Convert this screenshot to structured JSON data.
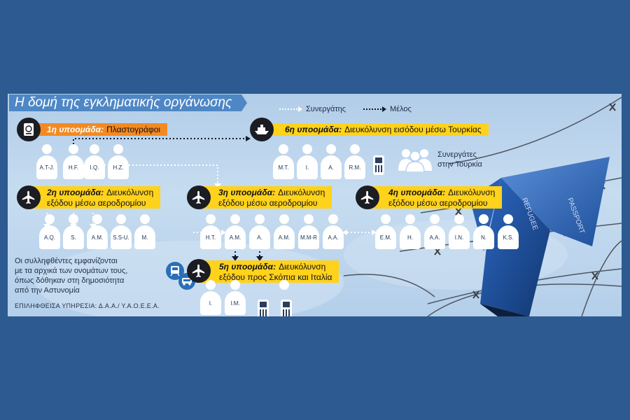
{
  "title": "Η δομή της εγκληματικής οργάνωσης",
  "legend": {
    "cooperator": "Συνεργάτης",
    "member": "Μέλος"
  },
  "groups": {
    "g1": {
      "name": "1η υποομάδα:",
      "desc": "Πλαστογράφοι",
      "icon": "passport-icon",
      "color": "#f28a23",
      "members": [
        "A.T-J.",
        "H.F.",
        "I.Q.",
        "H.Z."
      ]
    },
    "g2": {
      "name": "2η υποομάδα:",
      "desc": "Διευκόλυνση\nεξόδου μέσω αεροδρομίου",
      "icon": "airplane-icon",
      "members": [
        "A.Q.",
        "S.",
        "A.M.",
        "S.S-U.",
        "M."
      ]
    },
    "g3": {
      "name": "3η υποομάδα:",
      "desc": "Διευκόλυνση\nεξόδου μέσω αεροδρομίου",
      "icon": "airplane-icon",
      "members": [
        "H.T.",
        "A.M.",
        "A.",
        "A.M.",
        "M.M-R",
        "A.A."
      ]
    },
    "g4": {
      "name": "4η υποομάδα:",
      "desc": "Διευκόλυνση\nεξόδου μέσω αεροδρομίου",
      "icon": "airplane-icon",
      "members": [
        "E.M.",
        "H.",
        "A.A.",
        "I.N.",
        "N.",
        "K.S."
      ]
    },
    "g5": {
      "name": "5η υποομάδα:",
      "desc": "Διευκόλυνση\nεξόδου προς Σκόπια και Ιταλία",
      "icon": "airplane-icon",
      "members": [
        "I.",
        "I.M."
      ]
    },
    "g6": {
      "name": "6η υποομάδα:",
      "desc": "Διευκόλυνση εισόδου μέσω Τουρκίας",
      "icon": "ship-icon",
      "members": [
        "M.T.",
        "I.",
        "A.",
        "R.M."
      ]
    }
  },
  "turkey_cooperators": "Συνεργάτες\nστην Τουρκία",
  "note": "Οι συλληφθέντες εμφανίζονται\nμε τα αρχικά των ονομάτων τους,\nόπως δόθηκαν στη δημοσιότητα\nαπό την  Αστυνομία",
  "source": "ΕΠΙΛΗΦΘΕΙΣΑ ΥΠΗΡΕΣΙΑ: Δ.Α.Α./ Υ.Α.Ο.Ε.Ε.Α.",
  "photo_label_1": "REFUGEE",
  "photo_label_2": "PASSPORT",
  "colors": {
    "background": "#2c5a91",
    "title_bar": "#4f87c5",
    "yellow_label": "#ffd21c",
    "orange_label": "#f28a23",
    "icon_circle": "#1b1d22"
  }
}
